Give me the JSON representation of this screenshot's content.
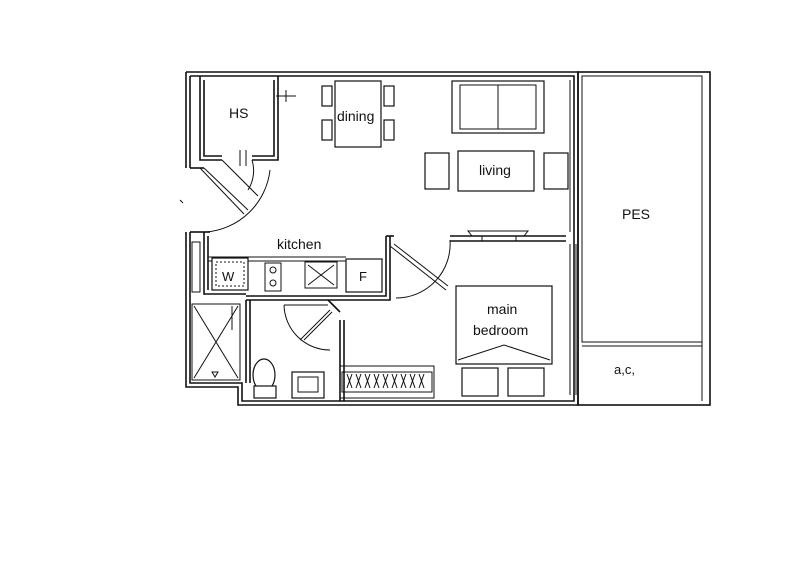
{
  "rooms": {
    "hs": "HS",
    "dining": "dining",
    "living": "living",
    "kitchen": "kitchen",
    "pes": "PES",
    "main_bedroom_line1": "main",
    "main_bedroom_line2": "bedroom",
    "ac": "a,c,"
  },
  "fixtures": {
    "washer": "W",
    "fridge": "F"
  }
}
